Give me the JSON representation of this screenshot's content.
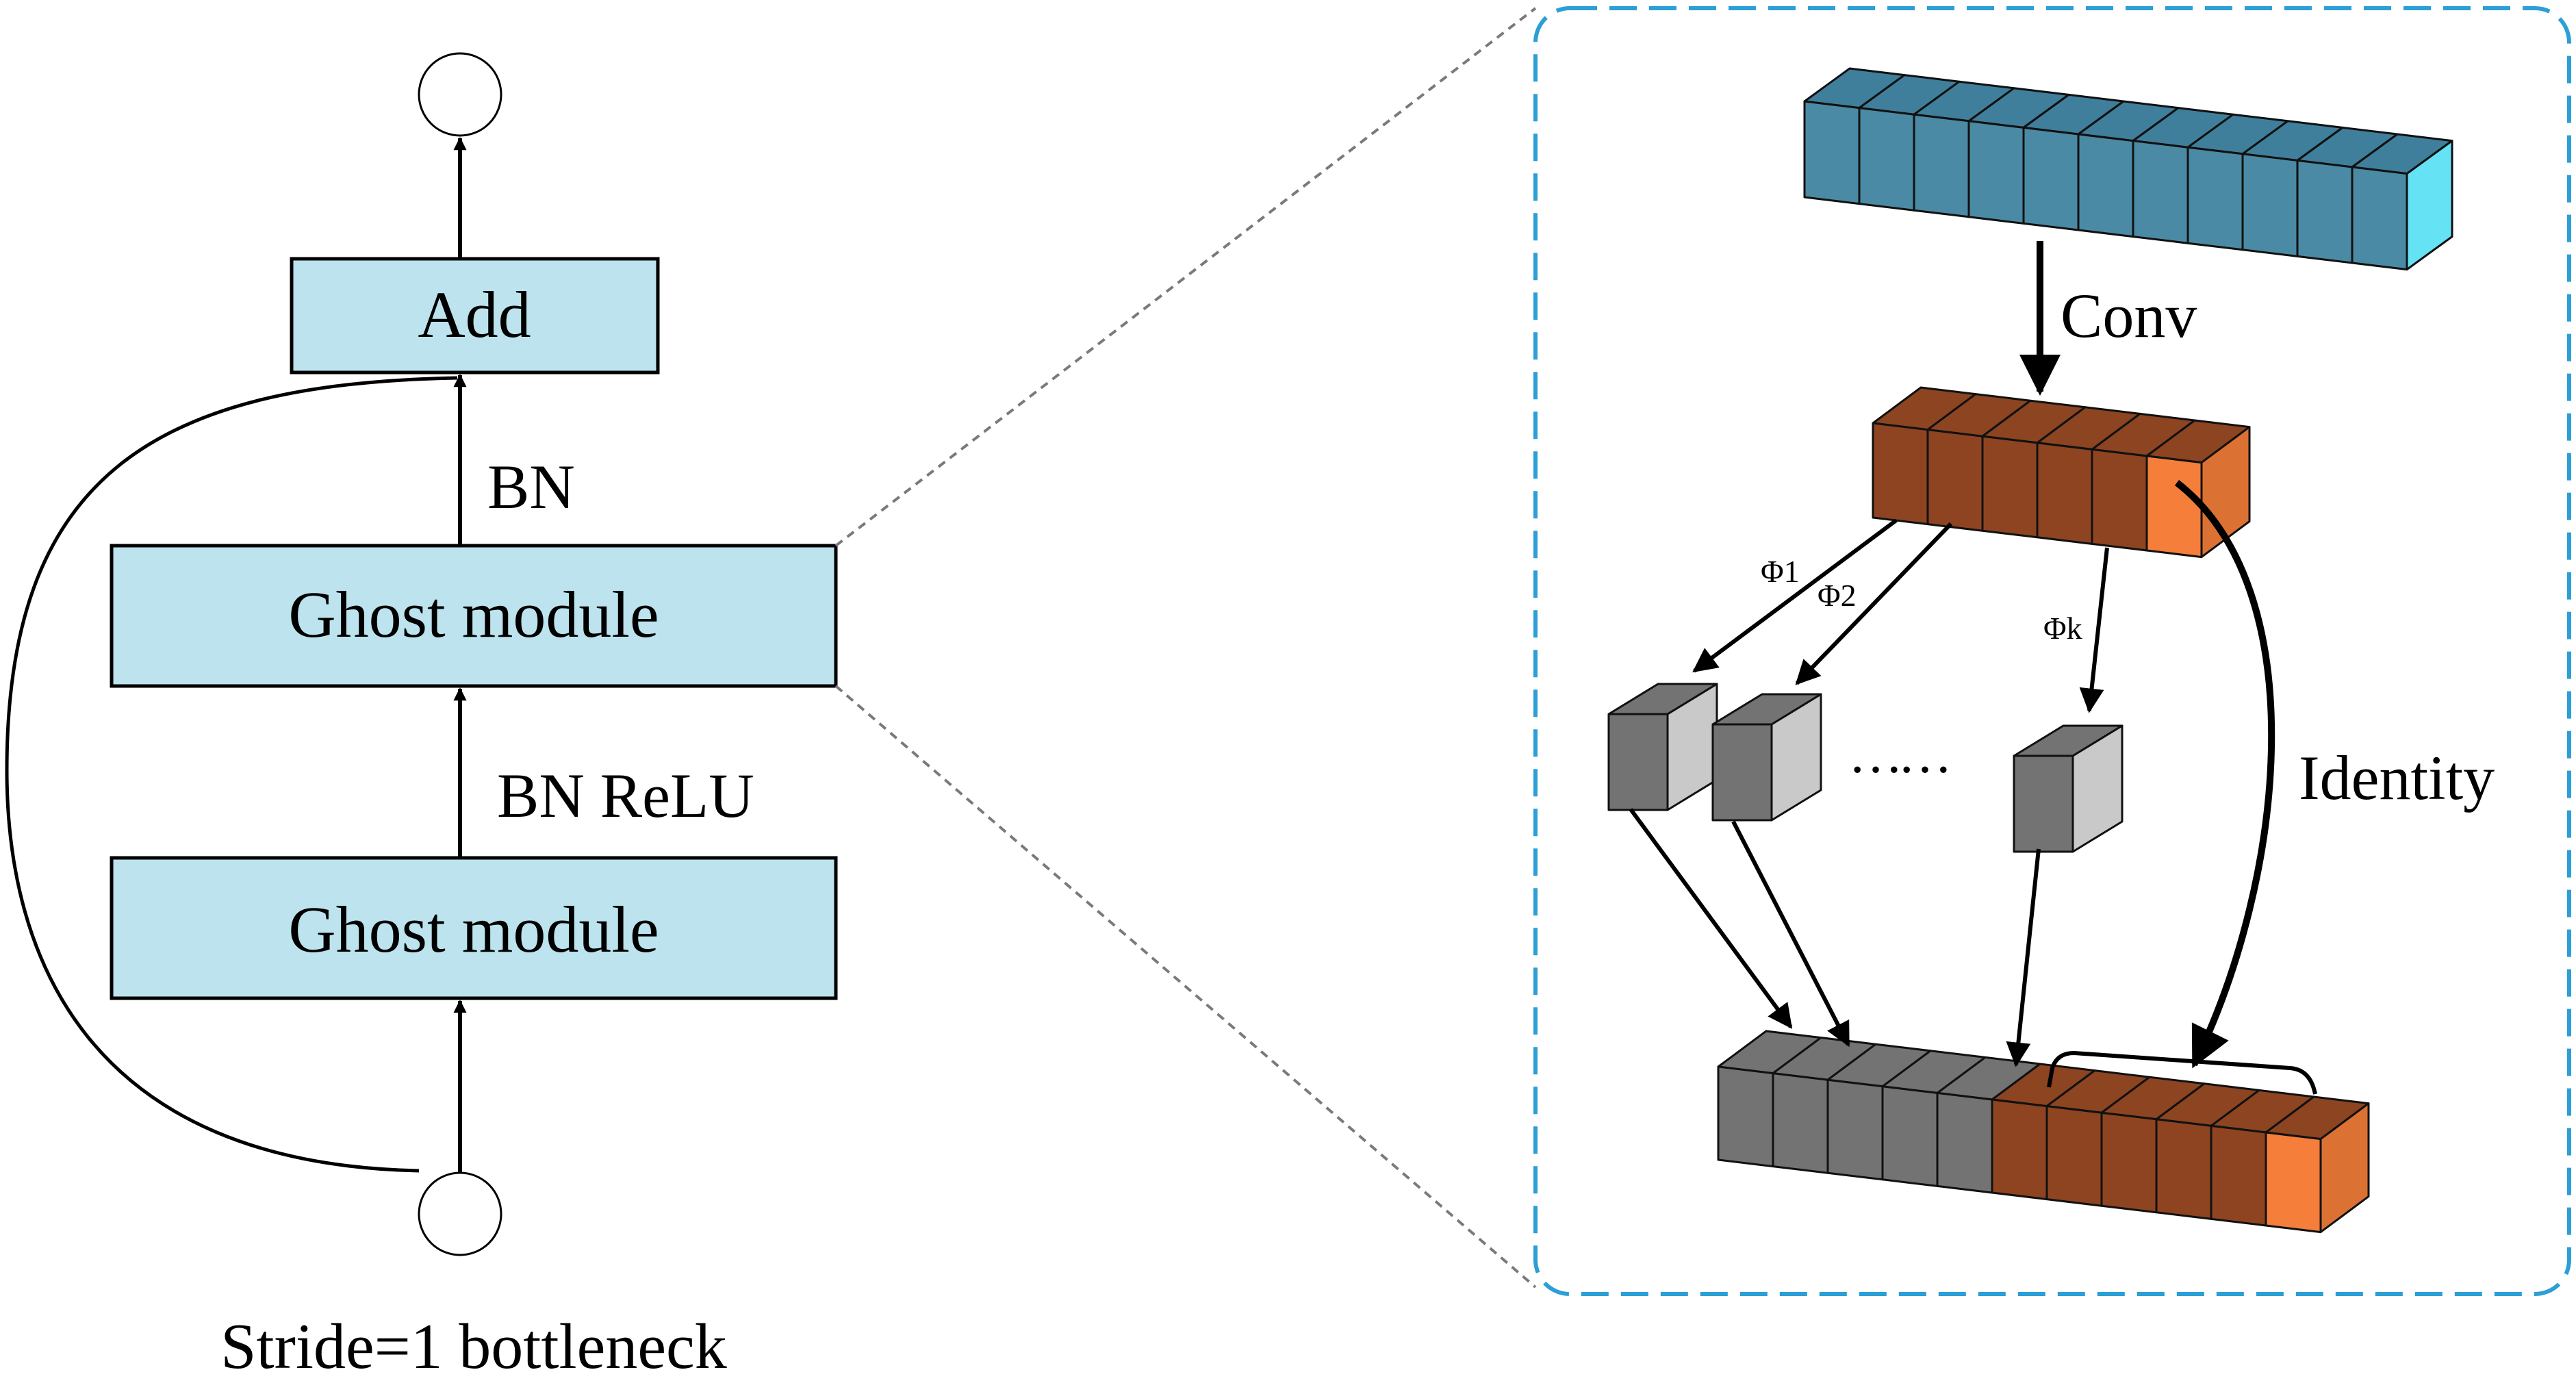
{
  "left_diagram": {
    "add_label": "Add",
    "bn_label": "BN",
    "ghost_module_top_label": "Ghost module",
    "bn_relu_label": "BN ReLU",
    "ghost_module_bottom_label": "Ghost module",
    "caption": "Stride=1 bottleneck"
  },
  "right_diagram": {
    "conv_label": "Conv",
    "phi1_label": "Φ1",
    "phi2_label": "Φ2",
    "phik_label": "Φk",
    "dots_label": "……",
    "identity_label": "Identity",
    "input_cube_count": 11,
    "intrinsic_cube_count": 6,
    "output_ghost_cube_count": 5,
    "output_intrinsic_cube_count": 6
  },
  "colors": {
    "box_fill": "#bde3ee",
    "input_face": "#4b8aa4",
    "input_top": "#3f7f9b",
    "input_end": "#66e2f5",
    "intrinsic_face": "#8e4420",
    "intrinsic_top": "#8c4421",
    "intrinsic_end": "#f47e3a",
    "ghost_face": "#737373",
    "ghost_light": "#c9c9c9",
    "panel_border": "#2c9fd6",
    "guide_line": "#7a7a7a"
  }
}
